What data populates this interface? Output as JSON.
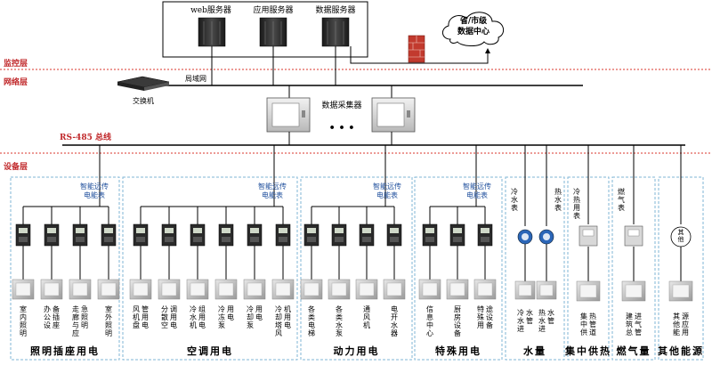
{
  "layers": {
    "monitor": "监控层",
    "network": "网络层",
    "bus": "RS-485 总线",
    "device": "设备层"
  },
  "servers": {
    "web": "web服务器",
    "app": "应用服务器",
    "data": "数据服务器"
  },
  "cloud_label_line1": "省/市级",
  "cloud_label_line2": "数据中心",
  "lan_label": "局域网",
  "switch_label": "交换机",
  "collector_label": "数据采集器",
  "ellipsis": "• • •",
  "meter_label": "智能远传电能表",
  "groups": {
    "lighting": {
      "title": "照明插座用电",
      "items": [
        "室内照明",
        "办公设备插座",
        "走廊与应急照明",
        "室外照明"
      ]
    },
    "hvac": {
      "title": "空调用电",
      "items": [
        "风机盘管用电",
        "分散空调用电",
        "冷水机组用电",
        "冷冻泵用电",
        "冷却泵用电",
        "冷却塔风机用电"
      ]
    },
    "power": {
      "title": "动力用电",
      "items": [
        "各类电梯",
        "各类水泵",
        "通风机",
        "电开水器"
      ]
    },
    "special": {
      "title": "特殊用电",
      "items": [
        "信息中心",
        "厨房设备",
        "特殊用途设备"
      ]
    },
    "water": {
      "title": "水量",
      "meter_cold": "冷水表",
      "meter_hot": "热水表",
      "items": [
        "冷水进水管",
        "热水进水管"
      ]
    },
    "heat": {
      "title": "集中供热",
      "meter": "冷热用表",
      "items": [
        "集中供热管道"
      ]
    },
    "gas": {
      "title": "燃气量",
      "meter": "燃气表",
      "items": [
        "建筑总进气管"
      ]
    },
    "other": {
      "title": "其他能源",
      "meter": "其他",
      "items": [
        "其他能源应用"
      ]
    }
  },
  "colors": {
    "dashed_red": "#d9342b",
    "box_border": "#7fb6d6",
    "layer_text": "#c0282a",
    "line": "#000000"
  }
}
